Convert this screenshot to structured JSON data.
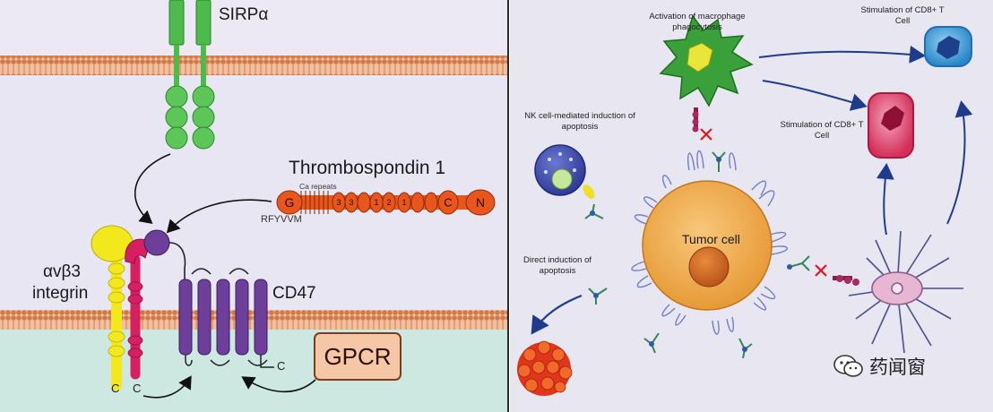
{
  "left": {
    "sirpa_label": "SIRPα",
    "thrombospondin_label": "Thrombospondin 1",
    "ca_repeats_label": "Ca repeats",
    "rfyvvm_label": "RFYVVM",
    "tsp_domains": [
      "G",
      "3",
      "3",
      "1",
      "2",
      "1",
      "C",
      "N"
    ],
    "integrin_label_line1": "αvβ3",
    "integrin_label_line2": "integrin",
    "cd47_label": "CD47",
    "gpcr_label": "GPCR",
    "c_terminal": "C",
    "colors": {
      "membrane": "#d27a47",
      "sirpa": "#4dbb4a",
      "thrombospondin": "#e8551d",
      "integrin_alpha": "#f3e81c",
      "integrin_beta": "#d81f63",
      "cd47": "#6d3f9b",
      "extracellular": "#e9e6f3",
      "cytoplasm": "#cde8e0"
    }
  },
  "right": {
    "macrophage_label": "Activation of macrophage phagocytosis",
    "cd8_top_label": "Stimulation of CD8+ T Cell",
    "cd8_mid_label": "Stimulation of CD8+ T Cell",
    "nk_label": "NK cell-mediated induction of apoptosis",
    "tumor_label": "Tumor cell",
    "apoptosis_label": "Direct induction of apoptosis"
  },
  "watermark": {
    "text": "药闻窗"
  }
}
